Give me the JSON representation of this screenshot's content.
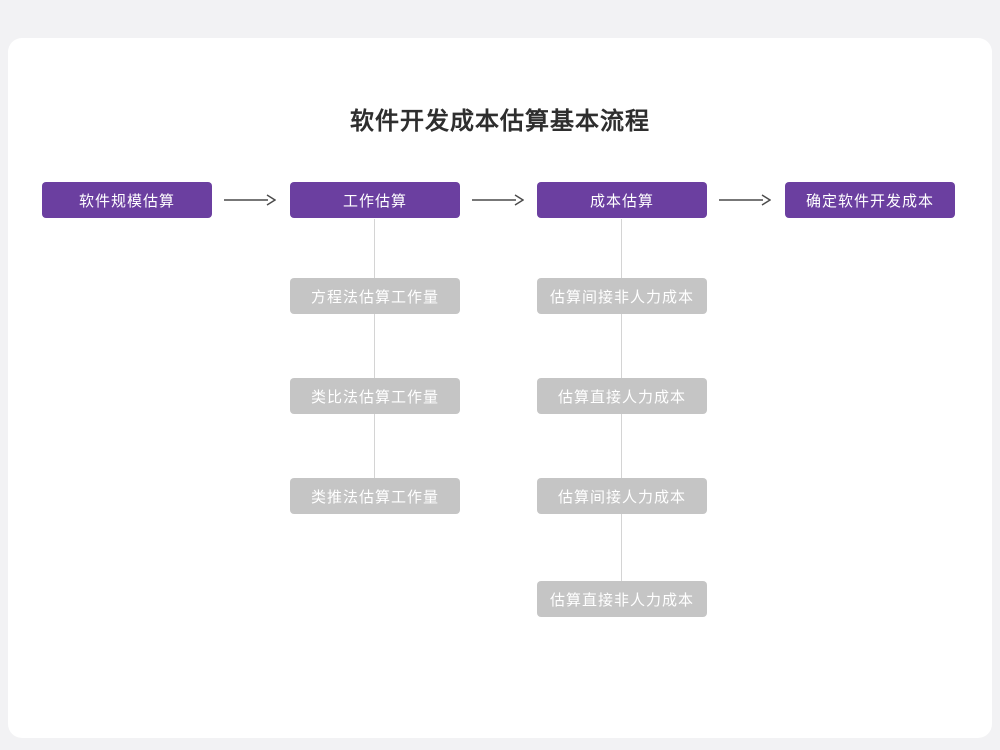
{
  "title": "软件开发成本估算基本流程",
  "colors": {
    "primary": "#6B3FA0",
    "sub_node": "#C5C5C5",
    "connector": "#D4D4D4",
    "arrow": "#4A4A4A",
    "card_background": "#FFFFFF",
    "page_background": "#F2F2F4"
  },
  "flow": {
    "stages": [
      {
        "label": "软件规模估算",
        "children": []
      },
      {
        "label": "工作估算",
        "children": [
          "方程法估算工作量",
          "类比法估算工作量",
          "类推法估算工作量"
        ]
      },
      {
        "label": "成本估算",
        "children": [
          "估算间接非人力成本",
          "估算直接人力成本",
          "估算间接人力成本",
          "估算直接非人力成本"
        ]
      },
      {
        "label": "确定软件开发成本",
        "children": []
      }
    ]
  }
}
